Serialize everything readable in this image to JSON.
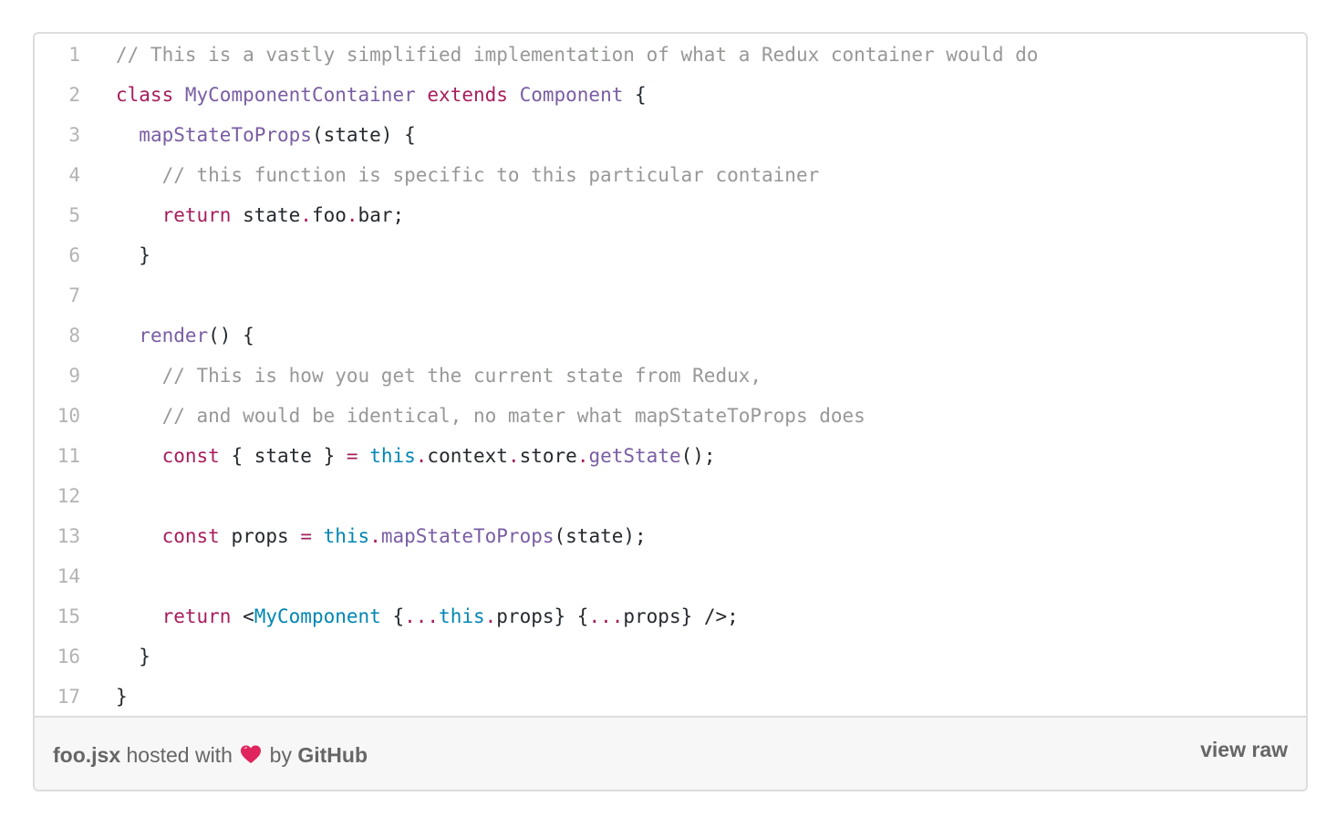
{
  "gist": {
    "lines": [
      {
        "n": "1",
        "tokens": [
          {
            "c": "c",
            "t": "// This is a vastly simplified implementation of what a Redux container would do"
          }
        ]
      },
      {
        "n": "2",
        "tokens": [
          {
            "c": "k",
            "t": "class"
          },
          {
            "c": "",
            "t": " "
          },
          {
            "c": "e",
            "t": "MyComponentContainer"
          },
          {
            "c": "",
            "t": " "
          },
          {
            "c": "k",
            "t": "extends"
          },
          {
            "c": "",
            "t": " "
          },
          {
            "c": "e",
            "t": "Component"
          },
          {
            "c": "",
            "t": " {"
          }
        ]
      },
      {
        "n": "3",
        "tokens": [
          {
            "c": "",
            "t": "  "
          },
          {
            "c": "e",
            "t": "mapStateToProps"
          },
          {
            "c": "",
            "t": "(state) {"
          }
        ]
      },
      {
        "n": "4",
        "tokens": [
          {
            "c": "",
            "t": "    "
          },
          {
            "c": "c",
            "t": "// this function is specific to this particular container"
          }
        ]
      },
      {
        "n": "5",
        "tokens": [
          {
            "c": "",
            "t": "    "
          },
          {
            "c": "k",
            "t": "return"
          },
          {
            "c": "",
            "t": " state"
          },
          {
            "c": "k",
            "t": "."
          },
          {
            "c": "",
            "t": "foo"
          },
          {
            "c": "k",
            "t": "."
          },
          {
            "c": "",
            "t": "bar;"
          }
        ]
      },
      {
        "n": "6",
        "tokens": [
          {
            "c": "",
            "t": "  }"
          }
        ]
      },
      {
        "n": "7",
        "tokens": []
      },
      {
        "n": "8",
        "tokens": [
          {
            "c": "",
            "t": "  "
          },
          {
            "c": "e",
            "t": "render"
          },
          {
            "c": "",
            "t": "() {"
          }
        ]
      },
      {
        "n": "9",
        "tokens": [
          {
            "c": "",
            "t": "    "
          },
          {
            "c": "c",
            "t": "// This is how you get the current state from Redux,"
          }
        ]
      },
      {
        "n": "10",
        "tokens": [
          {
            "c": "",
            "t": "    "
          },
          {
            "c": "c",
            "t": "// and would be identical, no mater what mapStateToProps does"
          }
        ]
      },
      {
        "n": "11",
        "tokens": [
          {
            "c": "",
            "t": "    "
          },
          {
            "c": "k",
            "t": "const"
          },
          {
            "c": "",
            "t": " { state } "
          },
          {
            "c": "k",
            "t": "="
          },
          {
            "c": "",
            "t": " "
          },
          {
            "c": "t",
            "t": "this"
          },
          {
            "c": "k",
            "t": "."
          },
          {
            "c": "",
            "t": "context"
          },
          {
            "c": "k",
            "t": "."
          },
          {
            "c": "",
            "t": "store"
          },
          {
            "c": "k",
            "t": "."
          },
          {
            "c": "e",
            "t": "getState"
          },
          {
            "c": "",
            "t": "();"
          }
        ]
      },
      {
        "n": "12",
        "tokens": []
      },
      {
        "n": "13",
        "tokens": [
          {
            "c": "",
            "t": "    "
          },
          {
            "c": "k",
            "t": "const"
          },
          {
            "c": "",
            "t": " props "
          },
          {
            "c": "k",
            "t": "="
          },
          {
            "c": "",
            "t": " "
          },
          {
            "c": "t",
            "t": "this"
          },
          {
            "c": "k",
            "t": "."
          },
          {
            "c": "e",
            "t": "mapStateToProps"
          },
          {
            "c": "",
            "t": "(state);"
          }
        ]
      },
      {
        "n": "14",
        "tokens": []
      },
      {
        "n": "15",
        "tokens": [
          {
            "c": "",
            "t": "    "
          },
          {
            "c": "k",
            "t": "return"
          },
          {
            "c": "",
            "t": " <"
          },
          {
            "c": "t",
            "t": "MyComponent"
          },
          {
            "c": "",
            "t": " {"
          },
          {
            "c": "k",
            "t": "..."
          },
          {
            "c": "t",
            "t": "this"
          },
          {
            "c": "k",
            "t": "."
          },
          {
            "c": "",
            "t": "props} {"
          },
          {
            "c": "k",
            "t": "..."
          },
          {
            "c": "",
            "t": "props} />;"
          }
        ]
      },
      {
        "n": "16",
        "tokens": [
          {
            "c": "",
            "t": "  }"
          }
        ]
      },
      {
        "n": "17",
        "tokens": [
          {
            "c": "",
            "t": "}"
          }
        ]
      }
    ]
  },
  "footer": {
    "filename": "foo.jsx",
    "hosted_with": "hosted with",
    "by": "by",
    "host": "GitHub",
    "view_raw": "view raw",
    "heart_icon": "heart-icon"
  },
  "colors": {
    "comment": "#969896",
    "keyword": "#a71d5d",
    "entity": "#795da3",
    "constant": "#0086b3",
    "heart": "#e0245e"
  }
}
